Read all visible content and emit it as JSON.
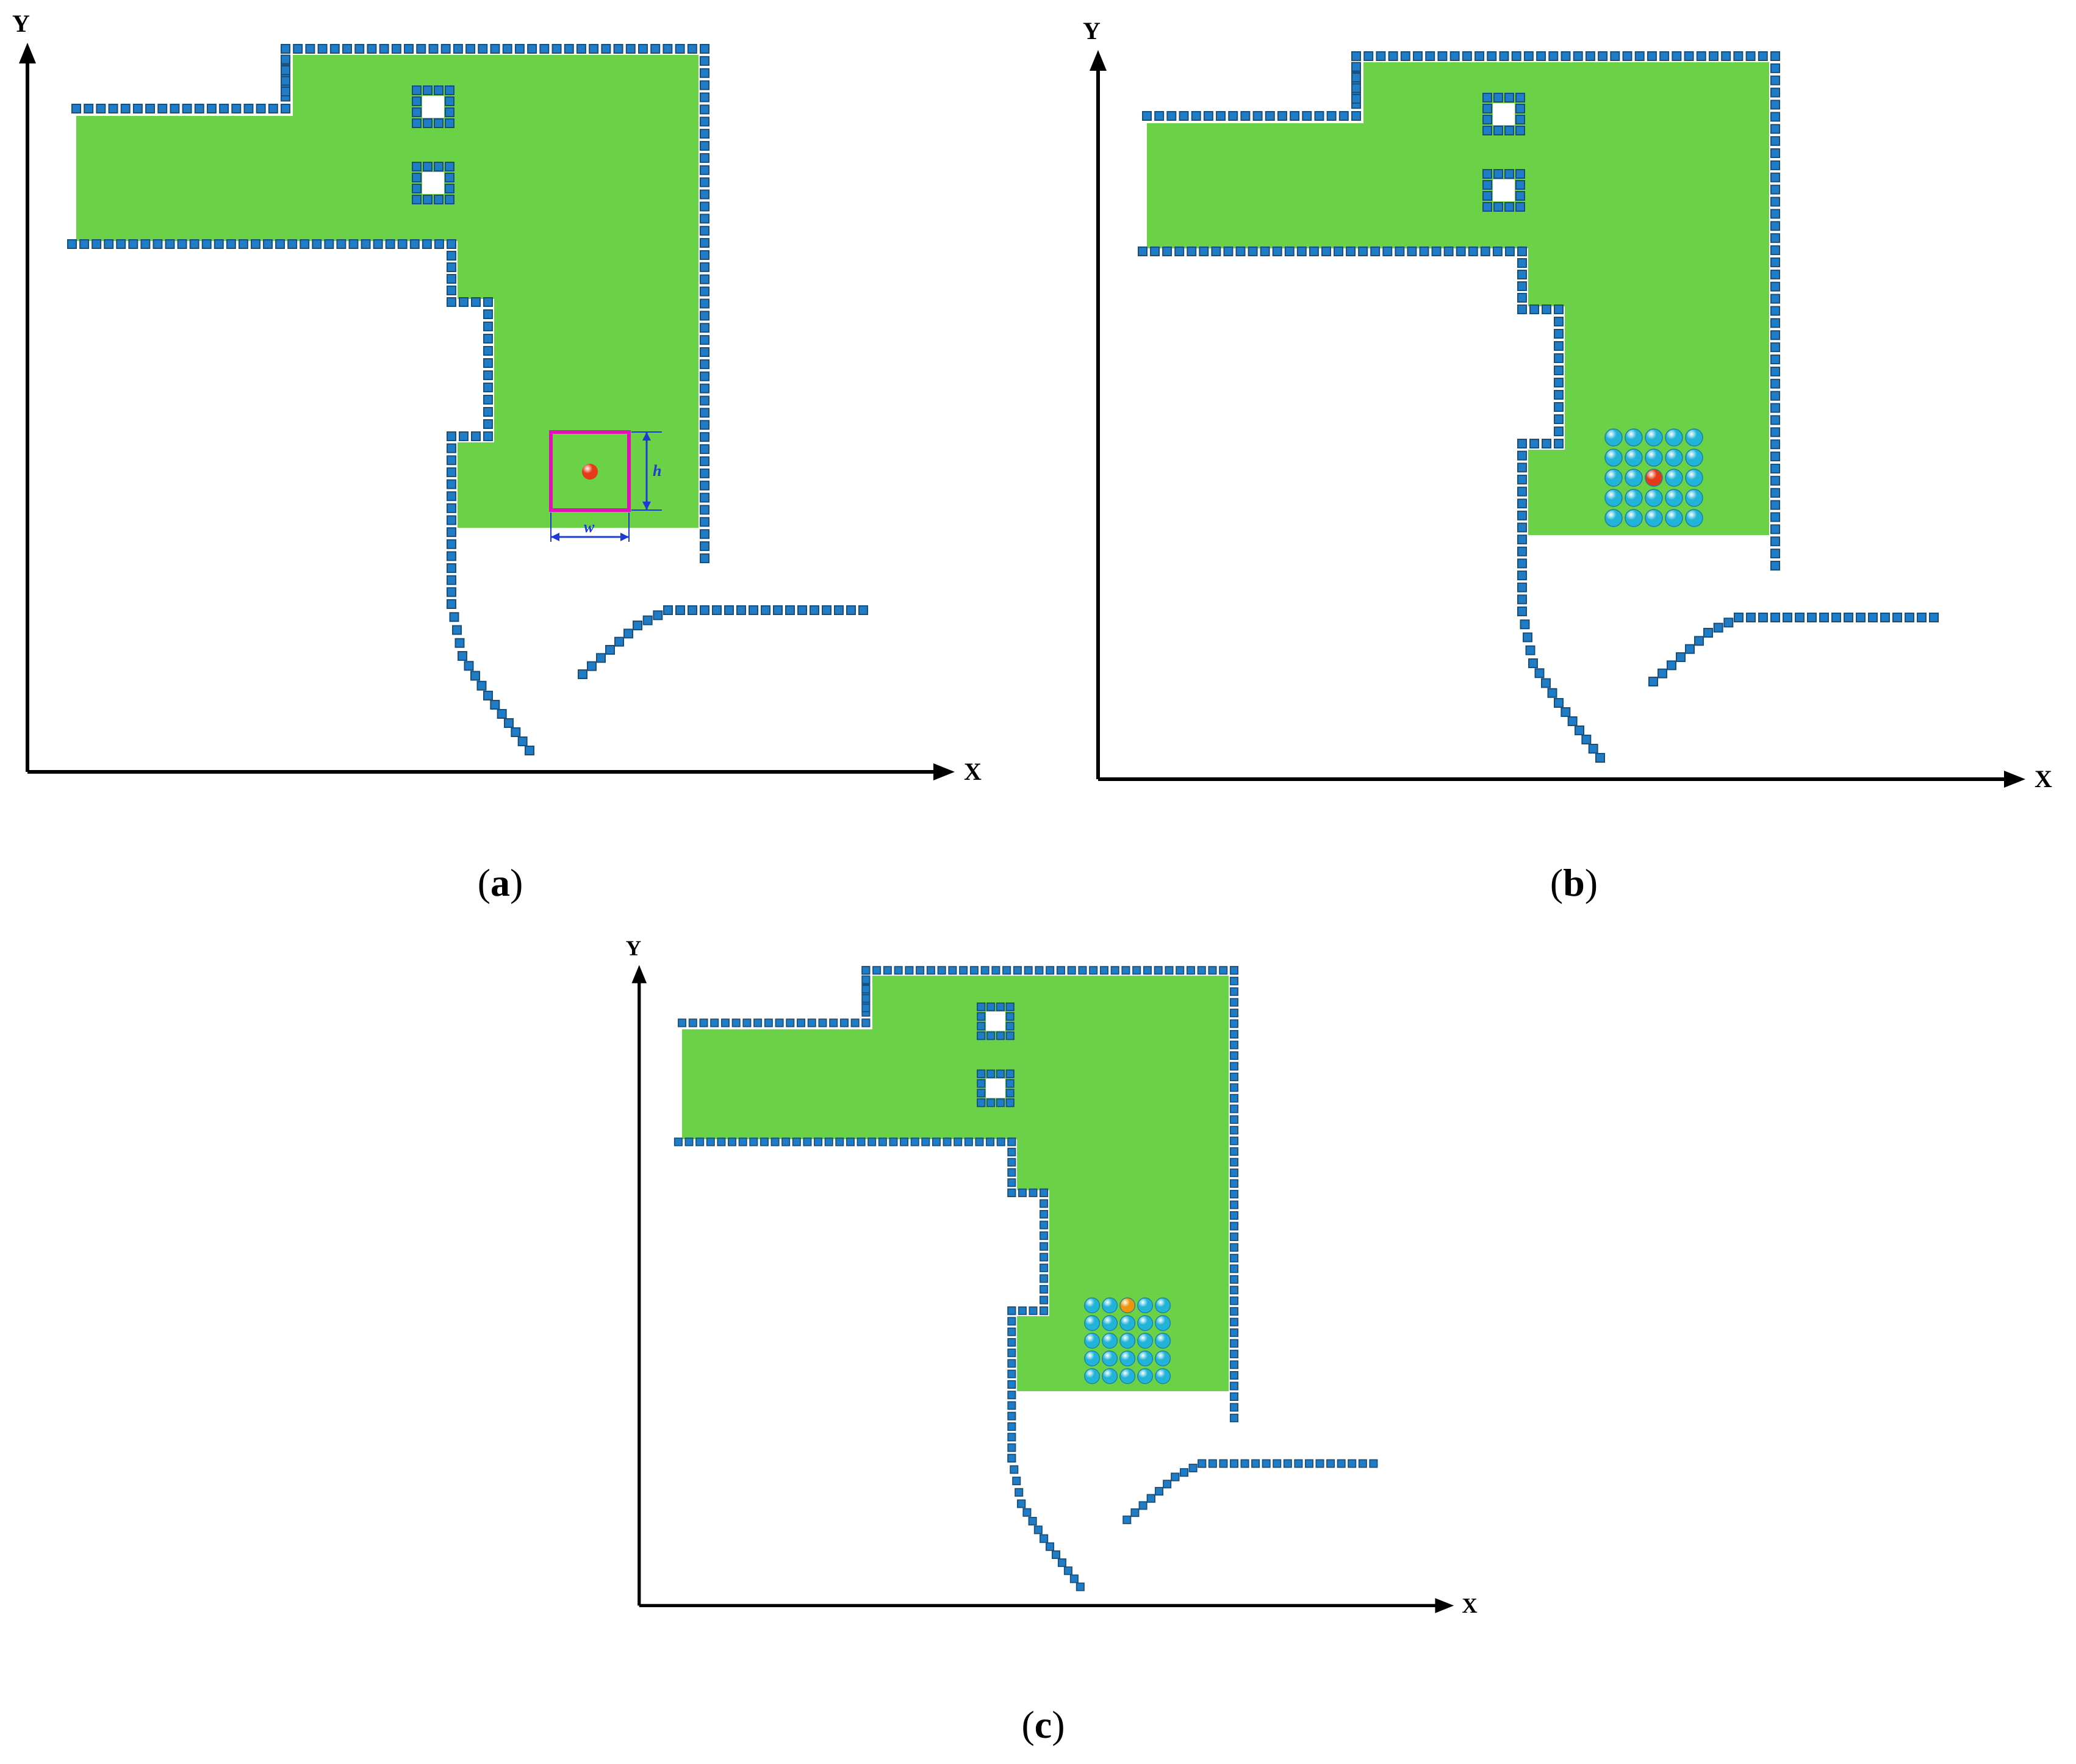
{
  "panels": [
    {
      "id": "a",
      "caption_open": "(",
      "caption_letter": "a",
      "caption_close": ")",
      "x_axis_label": "X",
      "y_axis_label": "Y",
      "region_marker": "window",
      "width_label": "w",
      "height_label": "h"
    },
    {
      "id": "b",
      "caption_open": "(",
      "caption_letter": "b",
      "caption_close": ")",
      "x_axis_label": "X",
      "y_axis_label": "Y",
      "region_marker": "particle-grid",
      "grid_rows": 5,
      "grid_cols": 5,
      "highlight": [
        2,
        2
      ]
    },
    {
      "id": "c",
      "caption_open": "(",
      "caption_letter": "c",
      "caption_close": ")",
      "x_axis_label": "X",
      "y_axis_label": "Y",
      "region_marker": "particle-grid",
      "grid_rows": 5,
      "grid_cols": 5,
      "highlight": [
        0,
        2
      ]
    }
  ],
  "colors": {
    "fluid": "#6bd146",
    "boundary": "#1e7dc6",
    "boundary_edge": "#1b4f7a",
    "particle": "#22b4d8",
    "particle_target_b": "#e53a1a",
    "particle_target_c": "#f0940a",
    "window": "#e011b8",
    "dimension": "#1f3bd6",
    "axis": "#000000"
  }
}
